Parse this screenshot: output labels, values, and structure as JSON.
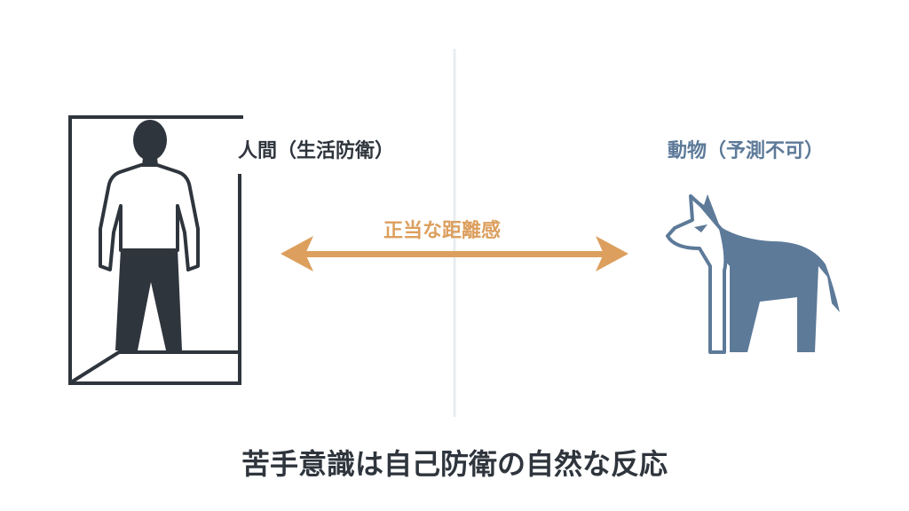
{
  "human": {
    "label": "人間（生活防衛）"
  },
  "animal": {
    "label": "動物（予測不可）"
  },
  "distance": {
    "label": "正当な距離感"
  },
  "caption": "苦手意識は自己防衛の自然な反応",
  "colors": {
    "dark": "#2f353d",
    "blue": "#5d7a99",
    "orange": "#dc9f5e",
    "divider": "#e8edf1"
  },
  "icons": [
    "human-figure-icon",
    "wolf-dog-icon",
    "double-arrow-icon"
  ]
}
